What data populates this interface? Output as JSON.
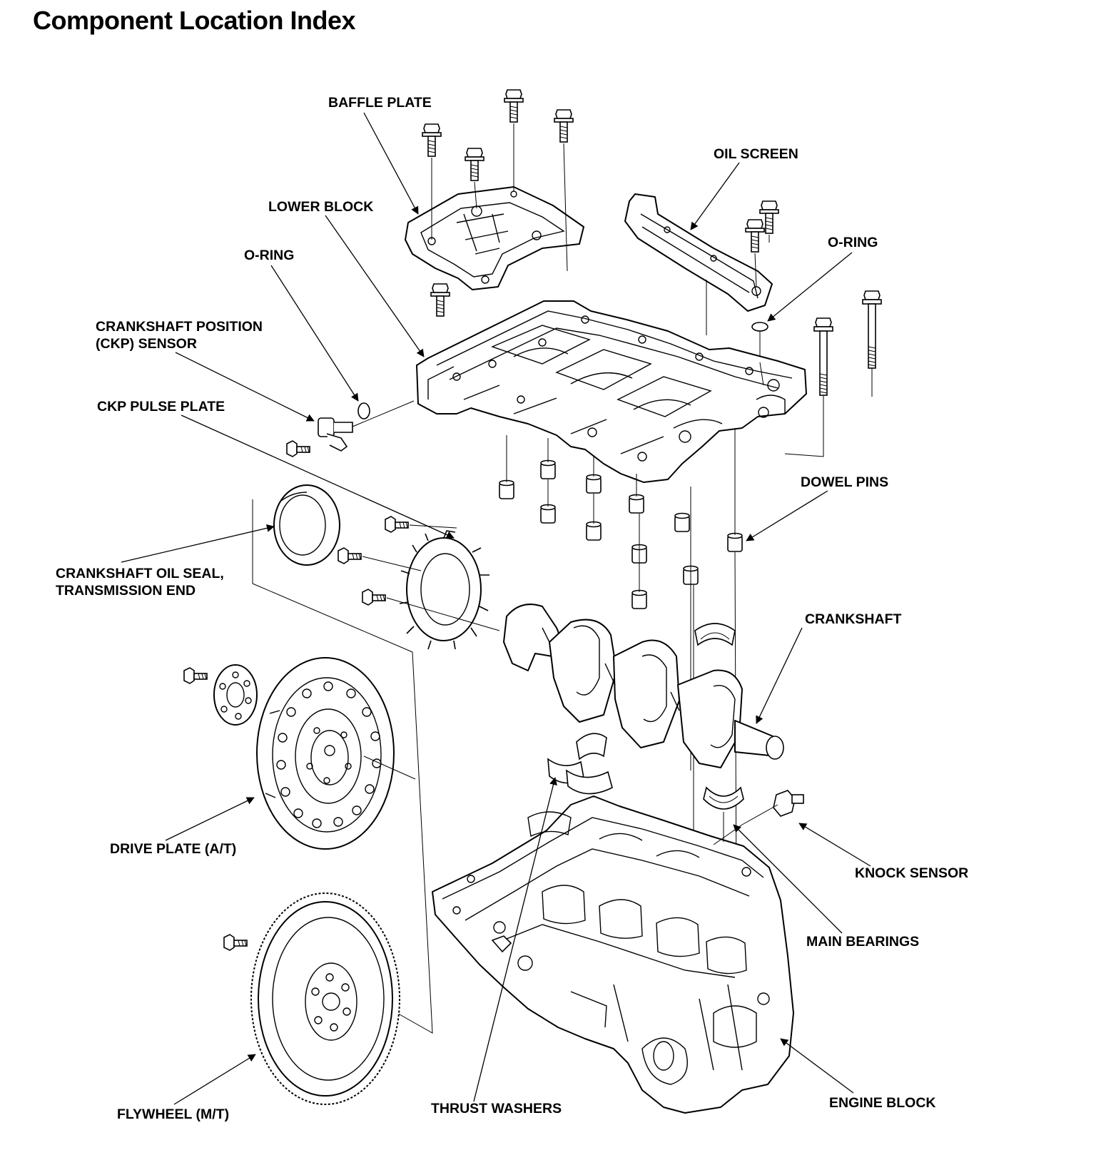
{
  "title": "Component Location Index",
  "labels": {
    "baffle_plate": "BAFFLE PLATE",
    "oil_screen": "OIL SCREEN",
    "lower_block": "LOWER BLOCK",
    "o_ring_left": "O-RING",
    "o_ring_right": "O-RING",
    "ckp_sensor_line1": "CRANKSHAFT POSITION",
    "ckp_sensor_line2": "(CKP) SENSOR",
    "ckp_pulse_plate": "CKP PULSE PLATE",
    "dowel_pins": "DOWEL PINS",
    "oil_seal_line1": "CRANKSHAFT OIL SEAL,",
    "oil_seal_line2": "TRANSMISSION END",
    "crankshaft": "CRANKSHAFT",
    "drive_plate": "DRIVE PLATE (A/T)",
    "knock_sensor": "KNOCK SENSOR",
    "main_bearings": "MAIN BEARINGS",
    "flywheel": "FLYWHEEL (M/T)",
    "thrust_washers": "THRUST WASHERS",
    "engine_block": "ENGINE BLOCK"
  }
}
